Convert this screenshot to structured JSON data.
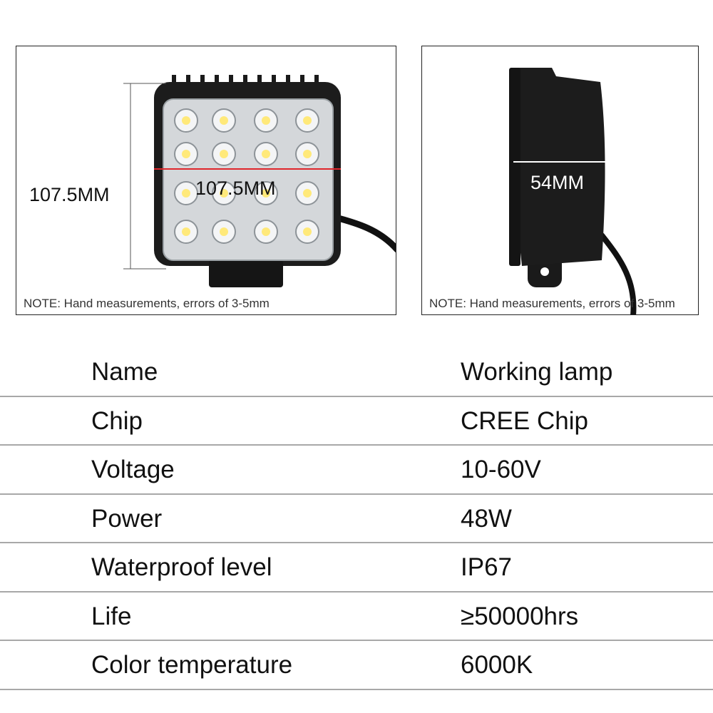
{
  "front_view": {
    "height_label": "107.5MM",
    "width_label": "107.5MM",
    "note": "NOTE: Hand measurements, errors of 3-5mm"
  },
  "side_view": {
    "depth_label": "54MM",
    "note": "NOTE: Hand measurements, errors of 3-5mm"
  },
  "specs": [
    {
      "key": "Name",
      "value": "Working lamp"
    },
    {
      "key": "Chip",
      "value": "CREE Chip"
    },
    {
      "key": "Voltage",
      "value": "10-60V"
    },
    {
      "key": "Power",
      "value": "48W"
    },
    {
      "key": "Waterproof level",
      "value": "IP67"
    },
    {
      "key": "Life",
      "value": "≥50000hrs"
    },
    {
      "key": "Color temperature",
      "value": "6000K"
    }
  ],
  "colors": {
    "measure_line": "#e0262b",
    "divider": "#a8a8a8",
    "lamp_body": "#1c1c1c"
  }
}
